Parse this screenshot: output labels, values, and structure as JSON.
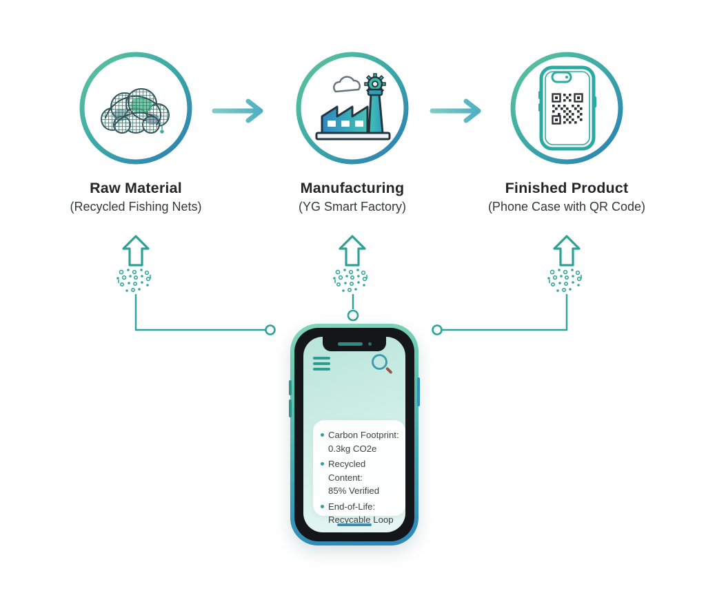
{
  "stages": [
    {
      "title": "Raw Material",
      "subtitle": "(Recycled Fishing Nets)",
      "icon": "fishing-nets-icon"
    },
    {
      "title": "Manufacturing",
      "subtitle": "(YG Smart Factory)",
      "icon": "factory-icon"
    },
    {
      "title": "Finished Product",
      "subtitle": "(Phone Case with QR Code)",
      "icon": "phone-case-qr-icon"
    }
  ],
  "phone": {
    "icons": [
      "menu-icon",
      "search-icon"
    ],
    "card": {
      "items": [
        {
          "label": "Carbon Footprint:",
          "value": "0.3kg CO2e"
        },
        {
          "label": "Recycled Content:",
          "value": "85% Verified"
        },
        {
          "label": "End-of-Life:",
          "value": "Recycable Loop"
        }
      ]
    }
  },
  "colors": {
    "ring_gradient_start": "#5ec59b",
    "ring_gradient_mid": "#3aa8a8",
    "ring_gradient_end": "#2c7cb5",
    "flow_arrow_teal": "#5fb9c0",
    "emission_teal": "#2fa89b",
    "connector_teal": "#2aa39a",
    "phone_frame_top": "#84d6bb",
    "phone_frame_bottom": "#2e85bb",
    "screen_mint": "#cdeee6",
    "menu_teal": "#2d9c92",
    "search_lens_blue": "#3f9eb0",
    "search_handle_brown": "#94543f",
    "bullet_teal": "#2aa0a0",
    "card_text": "#3b4046",
    "home_bar_blue": "#3c8cb2",
    "title_text": "#22262a",
    "qr_dark": "#2c3034"
  }
}
